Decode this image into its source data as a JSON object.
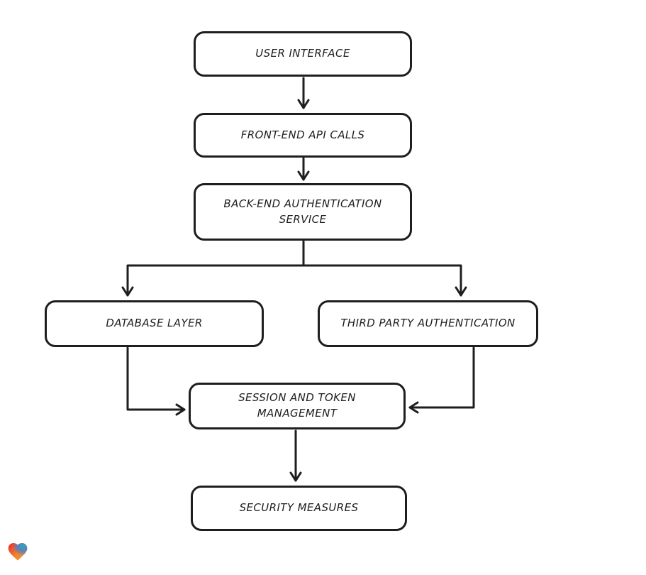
{
  "diagram": {
    "title": "Authentication architecture flowchart",
    "style": {
      "stroke_color": "#1e1e1e",
      "node_fill": "#ffffff",
      "background": "#ffffff"
    },
    "nodes": [
      {
        "id": "user-interface",
        "label": "USER INTERFACE"
      },
      {
        "id": "front-end-api-calls",
        "label": "FRONT-END API CALLS"
      },
      {
        "id": "back-end-authentication-service",
        "label": "BACK-END AUTHENTICATION SERVICE"
      },
      {
        "id": "database-layer",
        "label": "DATABASE LAYER"
      },
      {
        "id": "third-party-authentication",
        "label": "THIRD PARTY AUTHENTICATION"
      },
      {
        "id": "session-and-token-management",
        "label": "SESSION AND TOKEN MANAGEMENT"
      },
      {
        "id": "security-measures",
        "label": "SECURITY MEASURES"
      }
    ],
    "edges": [
      {
        "from": "user-interface",
        "to": "front-end-api-calls"
      },
      {
        "from": "front-end-api-calls",
        "to": "back-end-authentication-service"
      },
      {
        "from": "back-end-authentication-service",
        "to": "database-layer"
      },
      {
        "from": "back-end-authentication-service",
        "to": "third-party-authentication"
      },
      {
        "from": "database-layer",
        "to": "session-and-token-management"
      },
      {
        "from": "third-party-authentication",
        "to": "session-and-token-management"
      },
      {
        "from": "session-and-token-management",
        "to": "security-measures"
      }
    ]
  },
  "footer": {
    "heart_icon": {
      "name": "rainbow-heart-icon",
      "colors": [
        "#e8282c",
        "#2aa8b8",
        "#4a7fd4",
        "#f59b23"
      ]
    }
  }
}
